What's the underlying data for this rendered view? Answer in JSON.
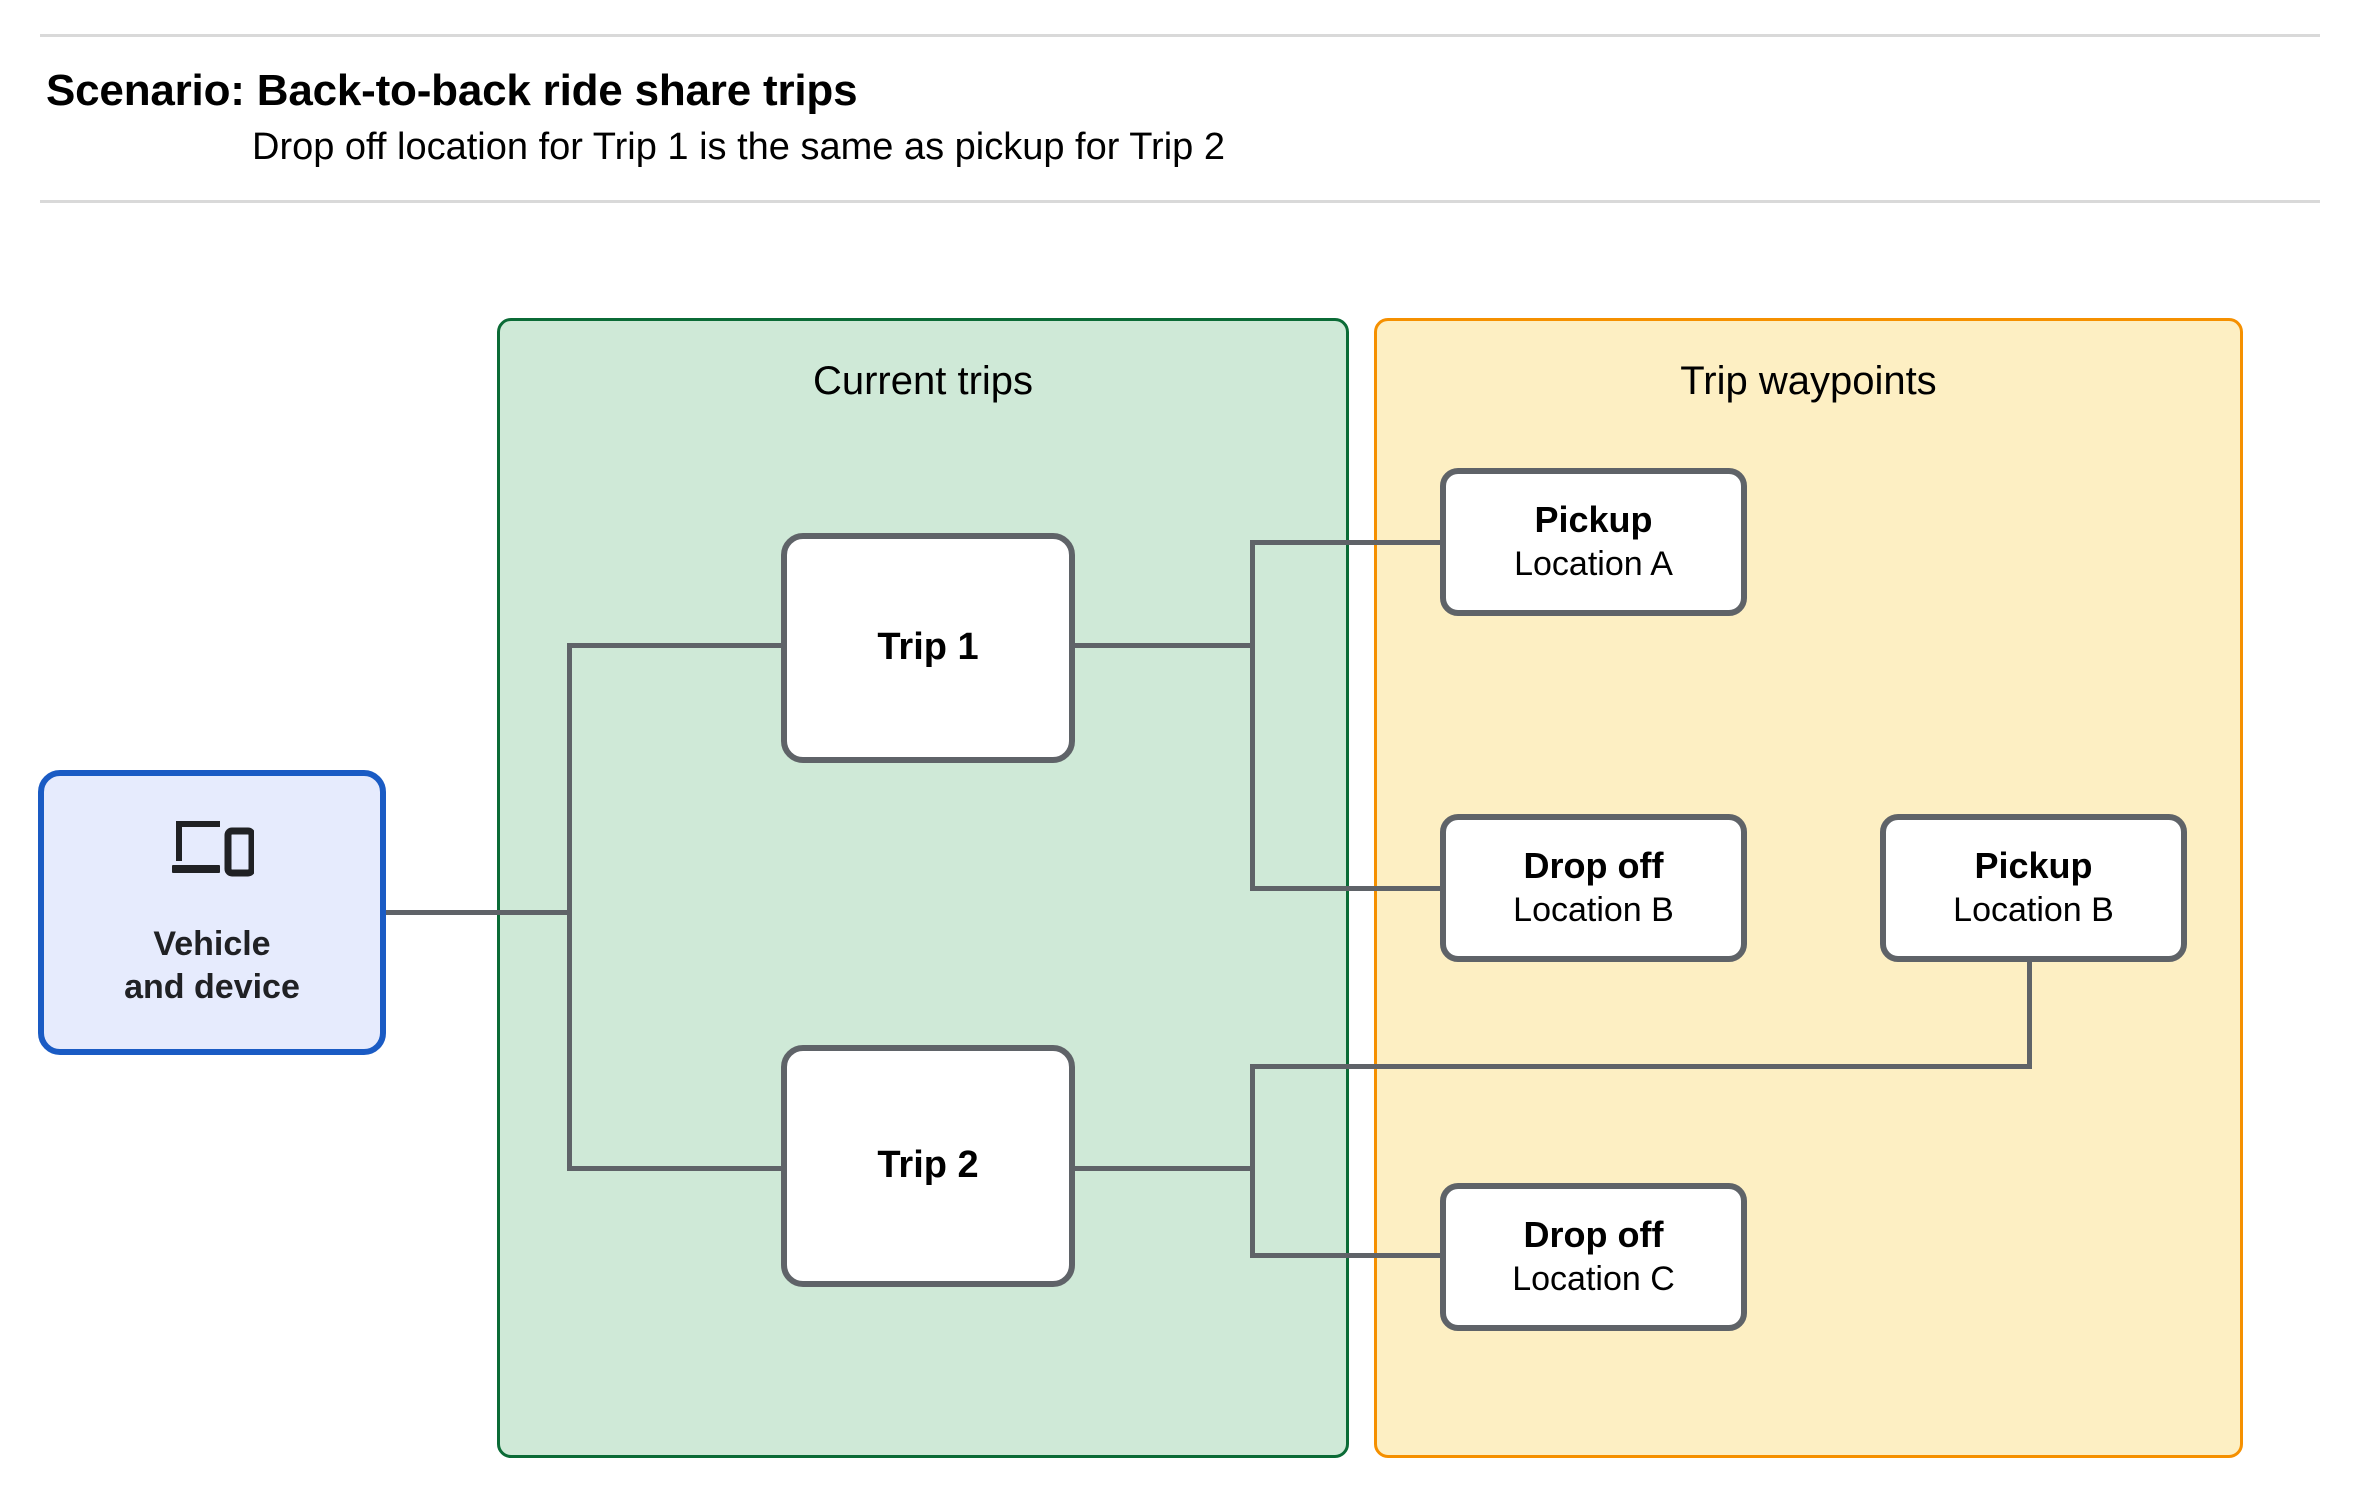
{
  "header": {
    "title": "Scenario: Back-to-back ride share trips",
    "subtitle": "Drop off  location for Trip 1 is the same as pickup for Trip 2"
  },
  "colors": {
    "current_trips_fill": "#cfe9d7",
    "current_trips_border": "#0b6b36",
    "trip_waypoints_fill": "#fdefc3",
    "trip_waypoints_border": "#f59000",
    "vehicle_fill": "#e6ebfd",
    "vehicle_border": "#1a5bc4",
    "node_border": "#5f6368",
    "connector": "#5f6368",
    "rule": "#d9d9d9"
  },
  "vehicle": {
    "label": "Vehicle\nand device",
    "icon": "laptop-and-phone-icon"
  },
  "panels": {
    "current_trips": {
      "title": "Current trips",
      "trips": [
        {
          "label": "Trip 1"
        },
        {
          "label": "Trip 2"
        }
      ]
    },
    "trip_waypoints": {
      "title": "Trip waypoints",
      "waypoints": [
        {
          "type": "Pickup",
          "location": "Location A"
        },
        {
          "type": "Drop off",
          "location": "Location B"
        },
        {
          "type": "Pickup",
          "location": "Location B"
        },
        {
          "type": "Drop off",
          "location": "Location C"
        }
      ]
    }
  }
}
